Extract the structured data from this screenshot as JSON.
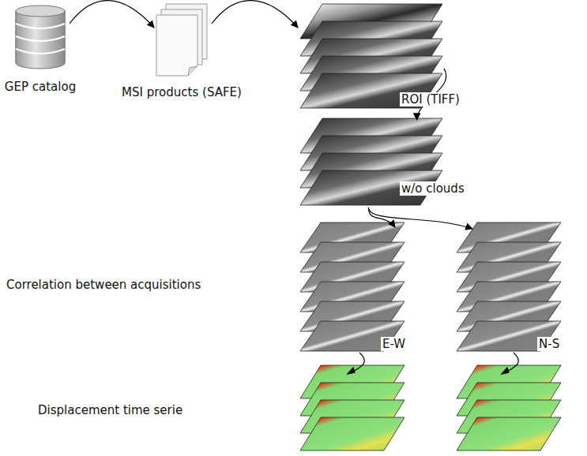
{
  "diagram": {
    "nodes": [
      {
        "text": [
          "GEP catalog"
        ]
      },
      {
        "text": [
          "MSI products (SAFE)"
        ]
      },
      {
        "text": [
          "ROI (TIFF)"
        ]
      },
      {
        "text": [
          "w/o clouds"
        ]
      },
      {
        "text": [
          "E-W"
        ]
      },
      {
        "text": [
          "N-S"
        ]
      }
    ],
    "edges": [
      {
        "from": 0,
        "to": 1,
        "arrow": "to"
      },
      {
        "from": 1,
        "to": 2,
        "arrow": "to"
      },
      {
        "from": 2,
        "to": 3,
        "arrow": "to"
      },
      {
        "from": 3,
        "to": 4,
        "arrow": "to"
      },
      {
        "from": 3,
        "to": 5,
        "arrow": "to"
      }
    ],
    "labels": [
      "Correlation between acquisitions",
      "Displacement time serie"
    ]
  }
}
